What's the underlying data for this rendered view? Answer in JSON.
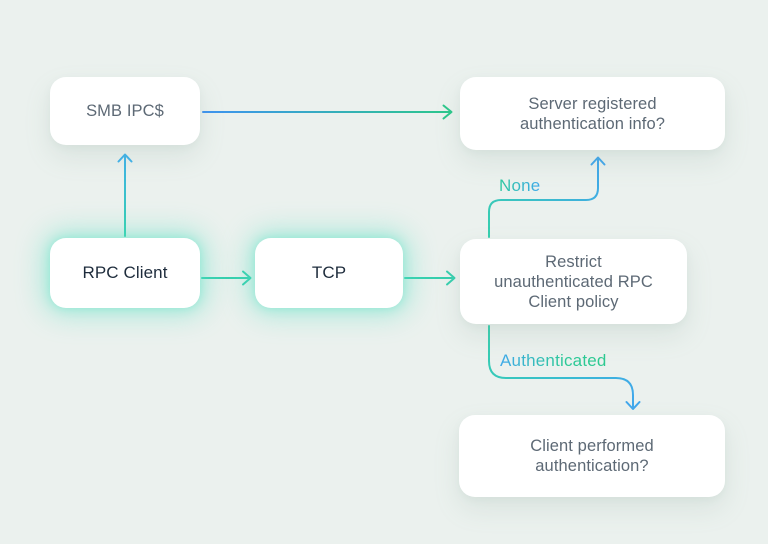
{
  "diagram": {
    "nodes": [
      {
        "id": "smb-ipc",
        "lines": [
          "SMB IPC$"
        ],
        "emphasis": false
      },
      {
        "id": "server-registered-auth-info",
        "lines": [
          "Server registered",
          "authentication info?"
        ],
        "emphasis": false
      },
      {
        "id": "rpc-client",
        "lines": [
          "RPC Client"
        ],
        "emphasis": true
      },
      {
        "id": "tcp",
        "lines": [
          "TCP"
        ],
        "emphasis": true
      },
      {
        "id": "restrict-unauth-rpc-policy",
        "lines": [
          "Restrict",
          "unauthenticated RPC",
          "Client policy"
        ],
        "emphasis": false
      },
      {
        "id": "client-performed-auth",
        "lines": [
          "Client performed",
          "authentication?"
        ],
        "emphasis": false
      }
    ],
    "edges": [
      {
        "from": "rpc-client",
        "to": "smb-ipc"
      },
      {
        "from": "smb-ipc",
        "to": "server-registered-auth-info"
      },
      {
        "from": "rpc-client",
        "to": "tcp"
      },
      {
        "from": "tcp",
        "to": "restrict-unauth-rpc-policy"
      },
      {
        "from": "restrict-unauth-rpc-policy",
        "to": "server-registered-auth-info",
        "label": "None"
      },
      {
        "from": "restrict-unauth-rpc-policy",
        "to": "client-performed-auth",
        "label": "Authenticated"
      }
    ],
    "colors": {
      "background": "#ebf1ee",
      "node_fill": "#ffffff",
      "node_text": "#5d6975",
      "node_text_emphasis": "#1e2c3c",
      "teal": "#36cfae",
      "blue": "#41a7ec",
      "green": "#2cc78b",
      "glow": "#54e2c4"
    }
  }
}
